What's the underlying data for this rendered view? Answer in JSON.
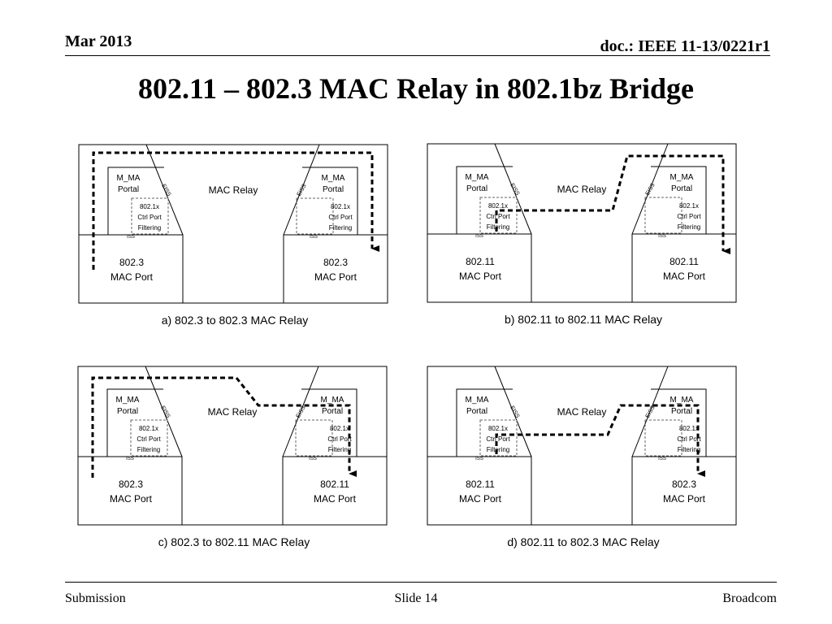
{
  "header": {
    "date": "Mar 2013",
    "doc": "doc.: IEEE 11-13/0221r1"
  },
  "title": "802.11 – 802.3 MAC Relay in 802.1bz Bridge",
  "panels": [
    {
      "id": "a",
      "caption": "a) 802.3 to 802.3 MAC Relay",
      "left": {
        "portal": [
          "M_MA",
          "Portal"
        ],
        "filter": [
          "802.1x",
          "Ctrl Port",
          "Filtering"
        ],
        "port": [
          "802.3",
          "MAC Port"
        ],
        "eiss": "EISS",
        "iss": "ISS"
      },
      "right": {
        "portal": [
          "M_MA",
          "Portal"
        ],
        "filter": [
          "802.1x",
          "Ctrl Port",
          "Filtering"
        ],
        "port": [
          "802.3",
          "MAC Port"
        ],
        "eiss": "EISS",
        "iss": "ISS"
      },
      "relay": "MAC Relay"
    },
    {
      "id": "b",
      "caption": "b) 802.11 to 802.11 MAC Relay",
      "left": {
        "portal": [
          "M_MA",
          "Portal"
        ],
        "filter": [
          "802.1x",
          "Ctrl Port",
          "Filtering"
        ],
        "port": [
          "802.11",
          "MAC Port"
        ],
        "eiss": "EISS",
        "iss": "ISS"
      },
      "right": {
        "portal": [
          "M_MA",
          "Portal"
        ],
        "filter": [
          "802.1x",
          "Ctrl Port",
          "Filtering"
        ],
        "port": [
          "802.11",
          "MAC Port"
        ],
        "eiss": "EISS",
        "iss": "ISS"
      },
      "relay": "MAC Relay"
    },
    {
      "id": "c",
      "caption": "c) 802.3 to 802.11 MAC Relay",
      "left": {
        "portal": [
          "M_MA",
          "Portal"
        ],
        "filter": [
          "802.1x",
          "Ctrl Port",
          "Filtering"
        ],
        "port": [
          "802.3",
          "MAC Port"
        ],
        "eiss": "EISS",
        "iss": "ISS"
      },
      "right": {
        "portal": [
          "M_MA",
          "Portal"
        ],
        "filter": [
          "802.1x",
          "Ctrl Port",
          "Filtering"
        ],
        "port": [
          "802.11",
          "MAC Port"
        ],
        "eiss": "EISS",
        "iss": "ISS"
      },
      "relay": "MAC Relay"
    },
    {
      "id": "d",
      "caption": "d) 802.11 to 802.3 MAC Relay",
      "left": {
        "portal": [
          "M_MA",
          "Portal"
        ],
        "filter": [
          "802.1x",
          "Ctrl Port",
          "Filtering"
        ],
        "port": [
          "802.11",
          "MAC Port"
        ],
        "eiss": "EISS",
        "iss": "ISS"
      },
      "right": {
        "portal": [
          "M_MA",
          "Portal"
        ],
        "filter": [
          "802.1x",
          "Ctrl Port",
          "Filtering"
        ],
        "port": [
          "802.3",
          "MAC Port"
        ],
        "eiss": "EISS",
        "iss": "ISS"
      },
      "relay": "MAC Relay"
    }
  ],
  "footer": {
    "left": "Submission",
    "center": "Slide 14",
    "right": "Broadcom"
  }
}
